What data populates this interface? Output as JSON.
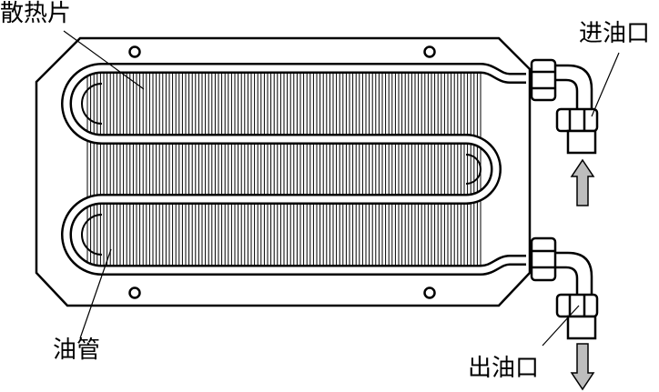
{
  "labels": {
    "fins": "散热片",
    "oil_pipe": "油管",
    "oil_inlet": "进油口",
    "oil_outlet": "出油口"
  },
  "colors": {
    "stroke": "#000000",
    "background": "#ffffff",
    "flow_arrow": "#bdbdbd"
  }
}
